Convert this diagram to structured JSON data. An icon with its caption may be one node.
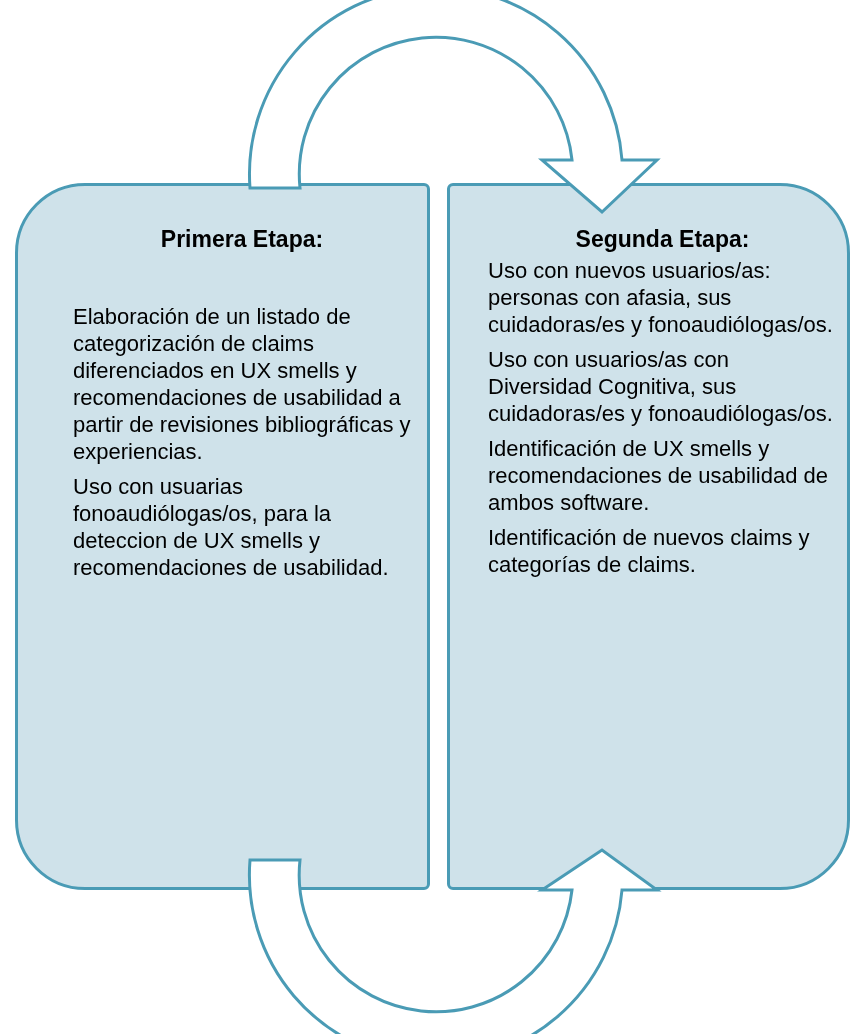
{
  "diagram": {
    "nodes": [
      {
        "text": [
          "Primera Etapa:",
          "Elaboración de un listado de categorización de claims diferenciados en UX smells y recomendaciones de usabilidad a partir de revisiones bibliográficas y experiencias.",
          "Uso con usuarias fonoaudiólogas/os, para la deteccion de UX smells y recomendaciones de usabilidad."
        ]
      },
      {
        "text": [
          "Segunda Etapa:",
          "Uso con nuevos usuarios/as: personas con afasia, sus cuidadoras/es y fonoaudiólogas/os.",
          "Uso con usuarios/as con Diversidad Cognitiva, sus cuidadoras/es y fonoaudiólogas/os.",
          "Identificación de UX smells y recomendaciones de usabilidad de ambos software.",
          "Identificación de nuevos claims y categorías de claims."
        ]
      }
    ],
    "edges": [
      {
        "from": 0,
        "to": 1,
        "arrow": "to"
      },
      {
        "from": 0,
        "to": 1,
        "arrow": "to"
      }
    ]
  }
}
